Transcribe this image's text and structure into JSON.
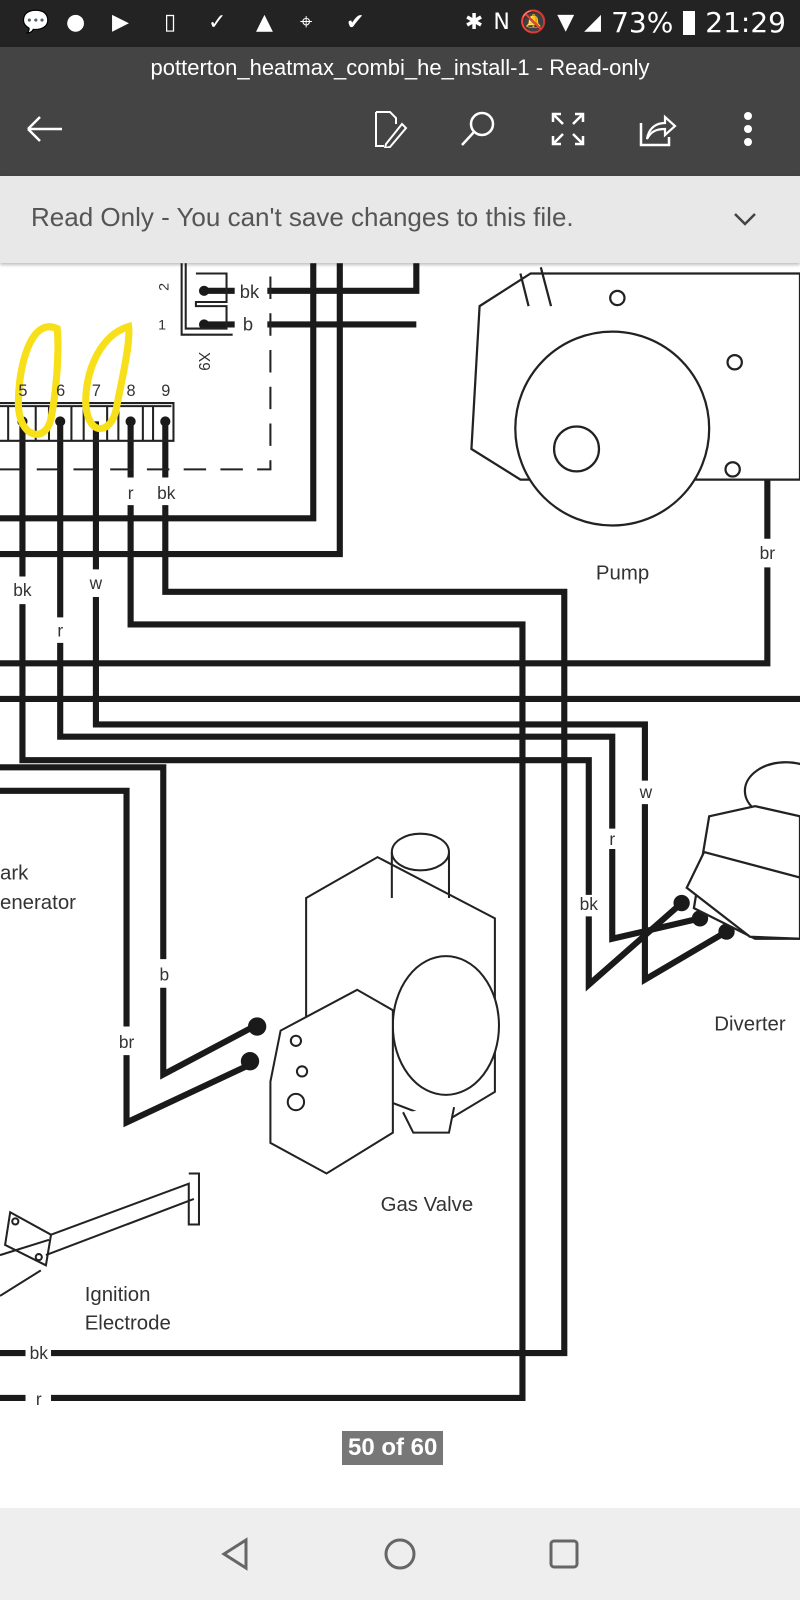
{
  "status_bar": {
    "notification_icons": [
      "hangouts-icon",
      "alert-icon",
      "youtube-icon",
      "download-icon",
      "tasks-icon",
      "gallery-icon",
      "maps-icon",
      "checkmark-icon"
    ],
    "system_icons": [
      "bluetooth-icon",
      "nfc-icon",
      "mute-icon",
      "wifi-icon",
      "signal-icon"
    ],
    "battery": "73%",
    "time": "21:29"
  },
  "toolbar": {
    "title": "potterton_heatmax_combi_he_install-1 - Read-only",
    "icons": [
      "back-arrow-icon",
      "edit-icon",
      "search-icon",
      "fullscreen-icon",
      "share-icon",
      "more-icon"
    ]
  },
  "banner": {
    "message": "Read Only - You can't save changes to this file."
  },
  "diagram": {
    "connector_x9": {
      "label": "X9",
      "pin2": "2",
      "pin1": "1",
      "wire2": "bk",
      "wire1": "b"
    },
    "terminal_pins": [
      "5",
      "6",
      "7",
      "8",
      "9"
    ],
    "wire_labels": {
      "pin8": "r",
      "pin9": "bk",
      "pin5": "bk",
      "pin7": "w",
      "pin6": "r",
      "pump": "br",
      "diverter_w": "w",
      "diverter_r": "r",
      "diverter_bk": "bk",
      "spark_b": "b",
      "spark_br": "br",
      "bottom_bk": "bk",
      "bottom_r": "r"
    },
    "components": {
      "pump": "Pump",
      "spark_line1": "ark",
      "spark_line2": "enerator",
      "gas_valve": "Gas Valve",
      "ignition_line1": "Ignition",
      "ignition_line2": "Electrode",
      "diverter": "Diverter"
    },
    "annotation_color": "#f7e01a"
  },
  "page_indicator": "50 of 60",
  "nav_bar": {
    "icons": [
      "back-triangle-icon",
      "home-circle-icon",
      "recents-square-icon"
    ]
  }
}
